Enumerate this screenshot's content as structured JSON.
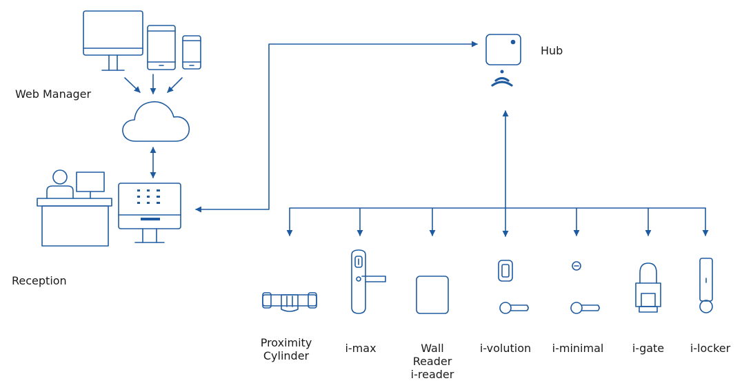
{
  "colors": {
    "stroke": "#1e5aa0",
    "text": "#1a1a1a",
    "background": "#ffffff"
  },
  "labels": {
    "web_manager": "Web Manager",
    "reception": "Reception",
    "hub": "Hub"
  },
  "devices": [
    {
      "id": "proximity-cylinder",
      "icon": "proximity-cylinder-icon",
      "label": "Proximity\nCylinder"
    },
    {
      "id": "i-max",
      "icon": "i-max-handle-icon",
      "label": "i-max"
    },
    {
      "id": "wall-reader",
      "icon": "wall-reader-icon",
      "label": "Wall\nReader\ni-reader"
    },
    {
      "id": "i-volution",
      "icon": "i-volution-icon",
      "label": "i-volution"
    },
    {
      "id": "i-minimal",
      "icon": "i-minimal-icon",
      "label": "i-minimal"
    },
    {
      "id": "i-gate",
      "icon": "i-gate-padlock-icon",
      "label": "i-gate"
    },
    {
      "id": "i-locker",
      "icon": "i-locker-icon",
      "label": "i-locker"
    }
  ]
}
